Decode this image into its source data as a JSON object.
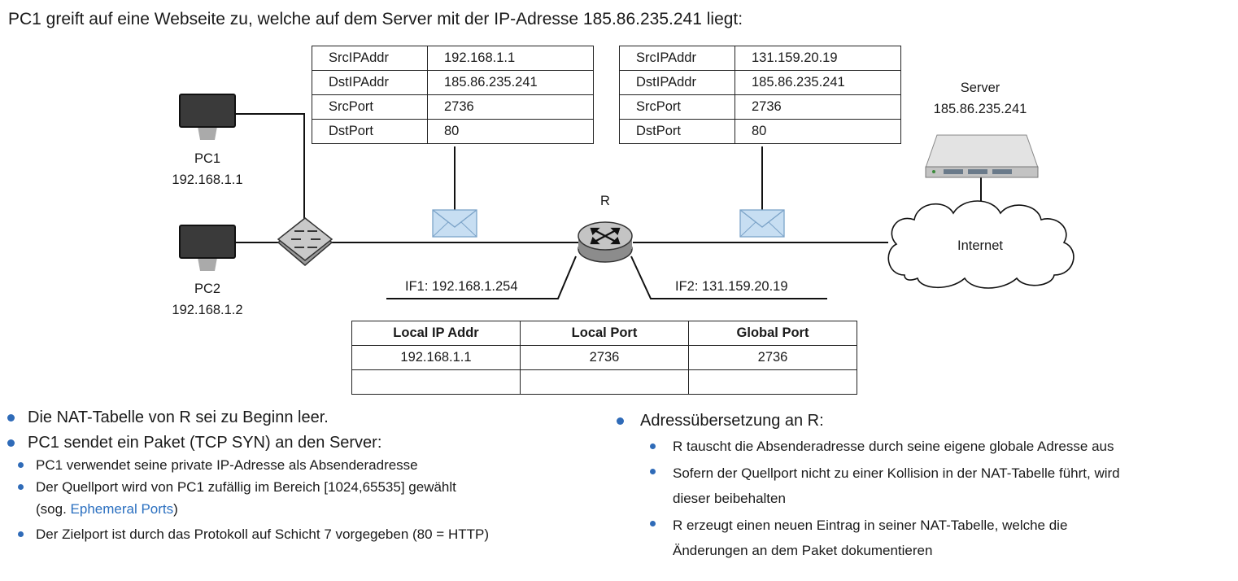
{
  "title": "PC1 greift auf eine Webseite zu, welche auf dem Server mit der IP-Adresse 185.86.235.241 liegt:",
  "packet_left": {
    "rows": [
      {
        "k": "SrcIPAddr",
        "v": "192.168.1.1"
      },
      {
        "k": "DstIPAddr",
        "v": "185.86.235.241"
      },
      {
        "k": "SrcPort",
        "v": "2736"
      },
      {
        "k": "DstPort",
        "v": "80"
      }
    ]
  },
  "packet_right": {
    "rows": [
      {
        "k": "SrcIPAddr",
        "v": "131.159.20.19"
      },
      {
        "k": "DstIPAddr",
        "v": "185.86.235.241"
      },
      {
        "k": "SrcPort",
        "v": "2736"
      },
      {
        "k": "DstPort",
        "v": "80"
      }
    ]
  },
  "nodes": {
    "pc1": {
      "name": "PC1",
      "ip": "192.168.1.1"
    },
    "pc2": {
      "name": "PC2",
      "ip": "192.168.1.2"
    },
    "router": {
      "name": "R"
    },
    "server": {
      "name": "Server",
      "ip": "185.86.235.241"
    },
    "internet": {
      "name": "Internet"
    }
  },
  "interfaces": {
    "if1": "IF1: 192.168.1.254",
    "if2": "IF2: 131.159.20.19"
  },
  "nat_table": {
    "headers": [
      "Local IP Addr",
      "Local Port",
      "Global Port"
    ],
    "rows": [
      [
        "192.168.1.1",
        "2736",
        "2736"
      ],
      [
        "",
        "",
        ""
      ]
    ]
  },
  "left_bullets": {
    "b1": "Die NAT-Tabelle von R sei zu Beginn leer.",
    "b2": "PC1 sendet ein Paket (TCP SYN) an den Server:",
    "sub1": "PC1 verwendet seine private IP-Adresse als Absenderadresse",
    "sub2_line1": "Der Quellport wird von PC1 zufällig im Bereich [1024,65535] gewählt",
    "sub2_pre": "(sog. ",
    "sub2_link": "Ephemeral Ports",
    "sub2_post": ")",
    "sub3": "Der Zielport ist durch das Protokoll auf Schicht 7 vorgegeben (80 = HTTP)"
  },
  "right_bullets": {
    "b1": "Adressübersetzung an R:",
    "sub1": "R tauscht die Absenderadresse durch seine eigene globale Adresse aus",
    "sub2_line1": "Sofern der Quellport nicht zu einer Kollision in der NAT-Tabelle führt, wird",
    "sub2_line2": "dieser beibehalten",
    "sub3_line1": "R erzeugt einen neuen Eintrag in seiner NAT-Tabelle, welche die",
    "sub3_line2": "Änderungen an dem Paket dokumentieren"
  },
  "colors": {
    "bullet": "#2f6bb8",
    "link": "#2a6fc0",
    "envelope": "#c7def2",
    "router": "#b8b8b8",
    "monitor": "#3a3a3a"
  }
}
